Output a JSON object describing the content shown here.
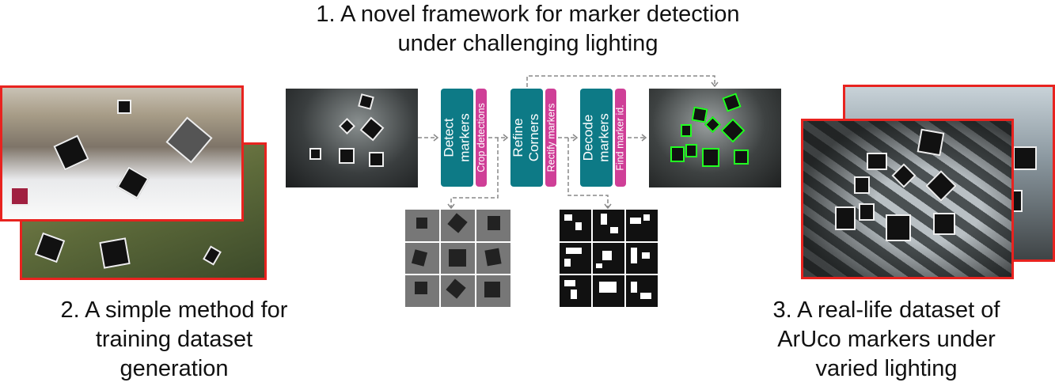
{
  "title": {
    "line1": "1. A novel framework for marker detection",
    "line2": "under challenging lighting"
  },
  "pipeline": [
    {
      "main": "Detect markers",
      "main_lines": [
        "Detect",
        "markers"
      ],
      "sub": "Crop detections"
    },
    {
      "main": "Refine Corners",
      "main_lines": [
        "Refine",
        "Corners"
      ],
      "sub": "Rectify markers"
    },
    {
      "main": "Decode markers",
      "main_lines": [
        "Decode",
        "markers"
      ],
      "sub": "Find marker id."
    }
  ],
  "caption_left": {
    "lines": [
      "2. A simple method for",
      "training dataset",
      "generation"
    ]
  },
  "caption_right": {
    "lines": [
      "3. A real-life dataset of",
      "ArUco markers under",
      "varied lighting"
    ]
  },
  "colors": {
    "teal": "#0d7a86",
    "pink": "#cf3f97",
    "red_border": "#e8231f",
    "detection_green": "#22ff22",
    "arrow": "#888888"
  }
}
